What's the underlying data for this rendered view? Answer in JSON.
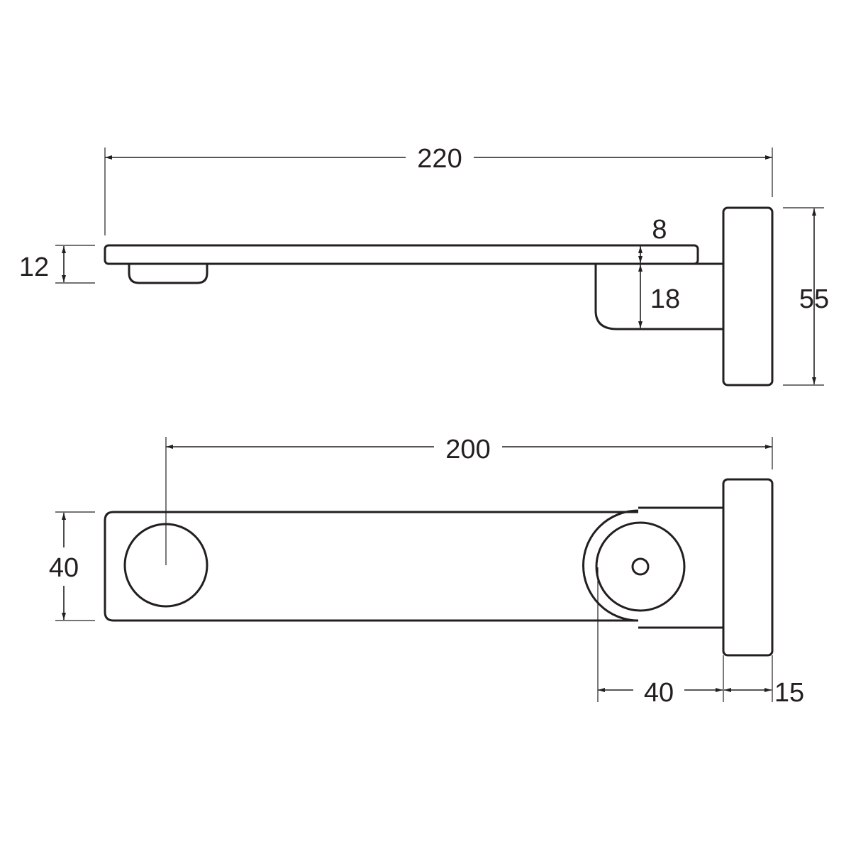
{
  "colors": {
    "line": "#231f20",
    "background": "#ffffff"
  },
  "side_view": {
    "overall_length": "220",
    "shelf_thickness": "12",
    "gap": "8",
    "arm_height": "18",
    "plate_height": "55"
  },
  "top_view": {
    "hole_to_plate": "200",
    "arm_width": "40",
    "hub_depth": "40",
    "plate_thickness": "15"
  }
}
